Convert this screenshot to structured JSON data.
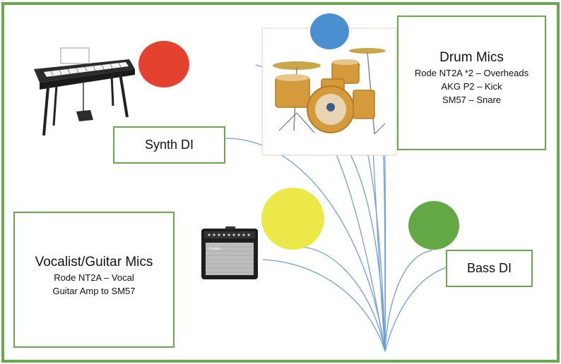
{
  "colors": {
    "frame": "#6aa84f",
    "cable": "#6f9fd8",
    "red": "#e4422f",
    "blue": "#4a8fd0",
    "yellow": "#ede84a",
    "green": "#63a844"
  },
  "drum_mics": {
    "title": "Drum Mics",
    "lines": [
      "Rode NT2A *2 – Overheads",
      "AKG P2 – Kick",
      "SM57 – Snare"
    ]
  },
  "synth_di": {
    "title": "Synth DI"
  },
  "vocal_guitar_mics": {
    "title": "Vocalist/Guitar Mics",
    "lines": [
      "Rode NT2A – Vocal",
      "Guitar Amp to SM57"
    ]
  },
  "bass_di": {
    "title": "Bass DI"
  },
  "amp_badge": "Fender"
}
